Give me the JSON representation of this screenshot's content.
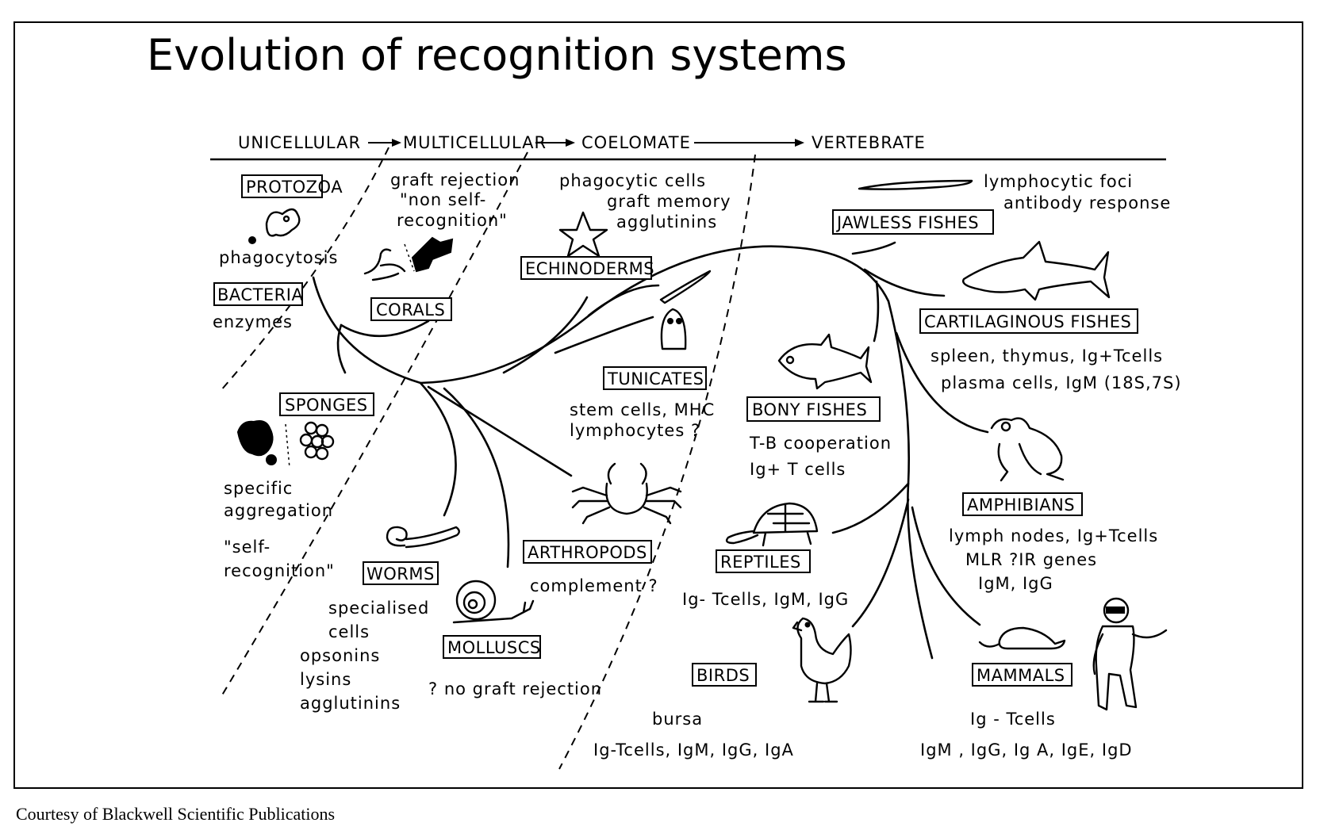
{
  "title": "Evolution of recognition systems",
  "stages": [
    "UNICELLULAR",
    "MULTICELLULAR",
    "COELOMATE",
    "VERTEBRATE"
  ],
  "groups": {
    "protozoa": "PROTOZOA",
    "bacteria": "BACTERIA",
    "corals": "CORALS",
    "echinoderms": "ECHINODERMS",
    "sponges": "SPONGES",
    "tunicates": "TUNICATES",
    "worms": "WORMS",
    "arthropods": "ARTHROPODS",
    "molluscs": "MOLLUSCS",
    "jawless_fishes": "JAWLESS FISHES",
    "cartilaginous_fishes": "CARTILAGINOUS FISHES",
    "bony_fishes": "BONY FISHES",
    "amphibians": "AMPHIBIANS",
    "reptiles": "REPTILES",
    "birds": "BIRDS",
    "mammals": "MAMMALS"
  },
  "notes": {
    "phagocytosis": "phagocytosis",
    "enzymes": "enzymes",
    "graft_rejection": "graft rejection",
    "non_self": "\"non self-",
    "recognition_1": "recognition\"",
    "phagocytic_cells": "phagocytic  cells",
    "graft_memory": "graft  memory",
    "agglutinins_1": "agglutinins",
    "lymphocytic_foci": "lymphocytic  foci",
    "antibody_response": "antibody  response",
    "specific": "specific",
    "aggregation": "aggregation",
    "self": "\"self-",
    "recognition_2": "recognition\"",
    "stem_cells": "stem cells, MHC",
    "lymphocytes": "lymphocytes ?",
    "spleen": "spleen,  thymus,  Ig+Tcells",
    "plasma_cells": "plasma cells,  IgM (18S,7S)",
    "tb_coop": "T-B cooperation",
    "ig_t_cells_bony": "Ig+ T cells",
    "complement": "complement ?",
    "lymph_nodes": "lymph nodes,  Ig+Tcells",
    "mlr": "MLR      ?IR genes",
    "igm_igg_amph": "IgM,  IgG",
    "specialised": "specialised",
    "cells": "cells",
    "opsonins": "opsonins",
    "lysins": "lysins",
    "agglutinins_2": "agglutinins",
    "ig_t_reptiles": "Ig- Tcells,  IgM, IgG",
    "no_graft": "? no graft rejection",
    "bursa": "bursa",
    "ig_t_birds": "Ig-Tcells,  IgM, IgG, IgA",
    "ig_t_mammals": "Ig - Tcells",
    "igs_mammals": "IgM ,  IgG,  Ig A,  IgE,  IgD"
  },
  "credit": "Courtesy of Blackwell Scientific Publications"
}
